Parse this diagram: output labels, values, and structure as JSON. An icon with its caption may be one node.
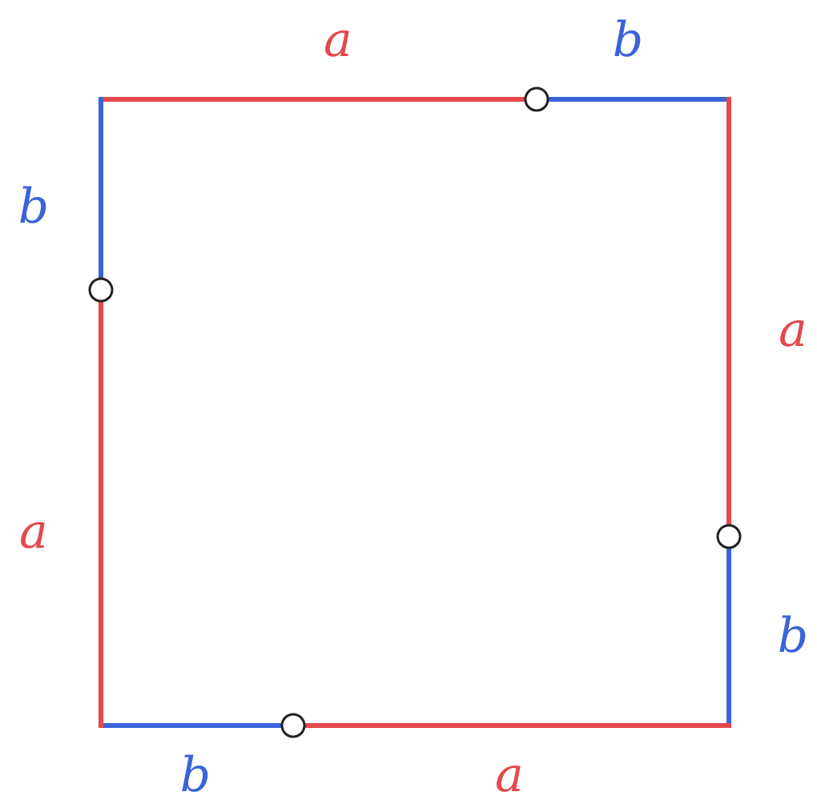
{
  "diagram": {
    "labels": [
      "a",
      "b",
      "b",
      "a",
      "a",
      "b",
      "b",
      "a"
    ]
  }
}
